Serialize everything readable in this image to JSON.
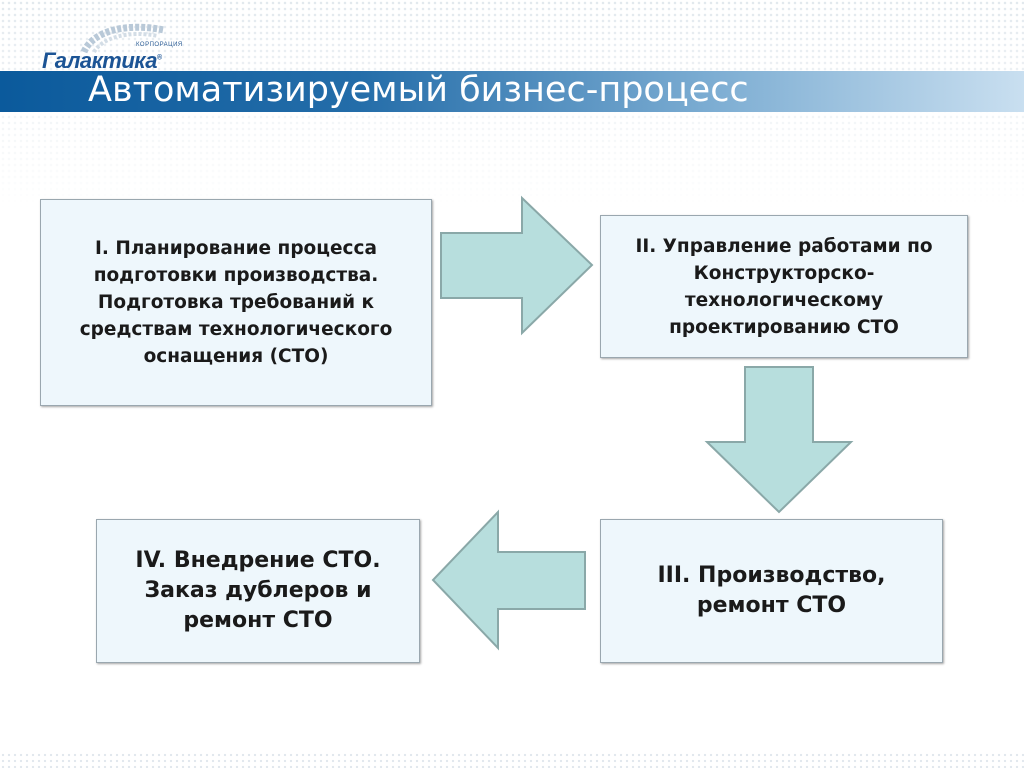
{
  "header": {
    "logo_small": "КОРПОРАЦИЯ",
    "logo_name": "Галактика",
    "logo_mark": "®",
    "title": "Автоматизируемый бизнес-процесс"
  },
  "diagram": {
    "steps": [
      {
        "label": "I.  Планирование процесса подготовки производства. Подготовка требований к средствам технологического оснащения (СТО)"
      },
      {
        "label": "II. Управление работами по Конструкторско-технологическому проектированию СТО"
      },
      {
        "label": "III. Производство, ремонт СТО"
      },
      {
        "label": "IV. Внедрение СТО. Заказ дублеров и ремонт СТО"
      }
    ],
    "connections": [
      {
        "from": 0,
        "to": 1,
        "direction": "right"
      },
      {
        "from": 1,
        "to": 2,
        "direction": "down"
      },
      {
        "from": 2,
        "to": 3,
        "direction": "left"
      }
    ],
    "colors": {
      "box_fill": "#eef7fc",
      "box_border": "#9aa7af",
      "arrow_fill": "#b7dedd",
      "arrow_stroke": "#8aa8a8",
      "title_bar": "#0b5a9c"
    }
  }
}
